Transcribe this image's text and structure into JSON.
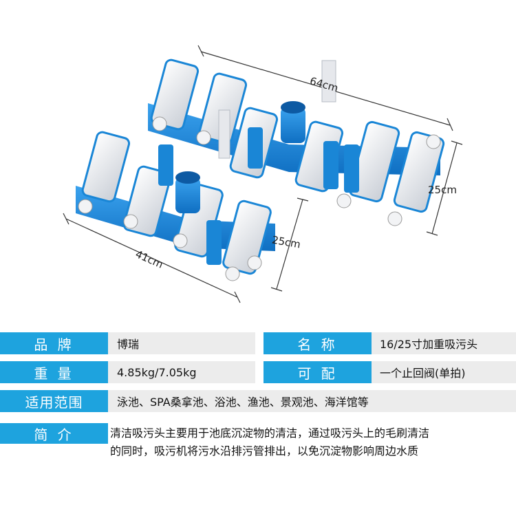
{
  "dimensions": {
    "top": "64cm",
    "right": "25cm",
    "inner": "25cm",
    "bottom": "41cm"
  },
  "colors": {
    "accent": "#1ea3de",
    "product_blue": "#1a86d6",
    "row_bg": "#ececec"
  },
  "specs": {
    "brand_label": "品 牌",
    "brand_value": "博瑞",
    "name_label": "名 称",
    "name_value": "16/25寸加重吸污头",
    "weight_label": "重 量",
    "weight_value": "4.85kg/7.05kg",
    "accessory_label": "可 配",
    "accessory_value": "一个止回阀(单拍)",
    "scope_label": "适用范围",
    "scope_value": "泳池、SPA桑拿池、浴池、渔池、景观池、海洋馆等",
    "intro_label": "简 介",
    "intro_line1": "清洁吸污头主要用于池底沉淀物的清洁，通过吸污头上的毛刷清洁",
    "intro_line2": "的同时，吸污机将污水沿排污管排出，以免沉淀物影响周边水质"
  }
}
